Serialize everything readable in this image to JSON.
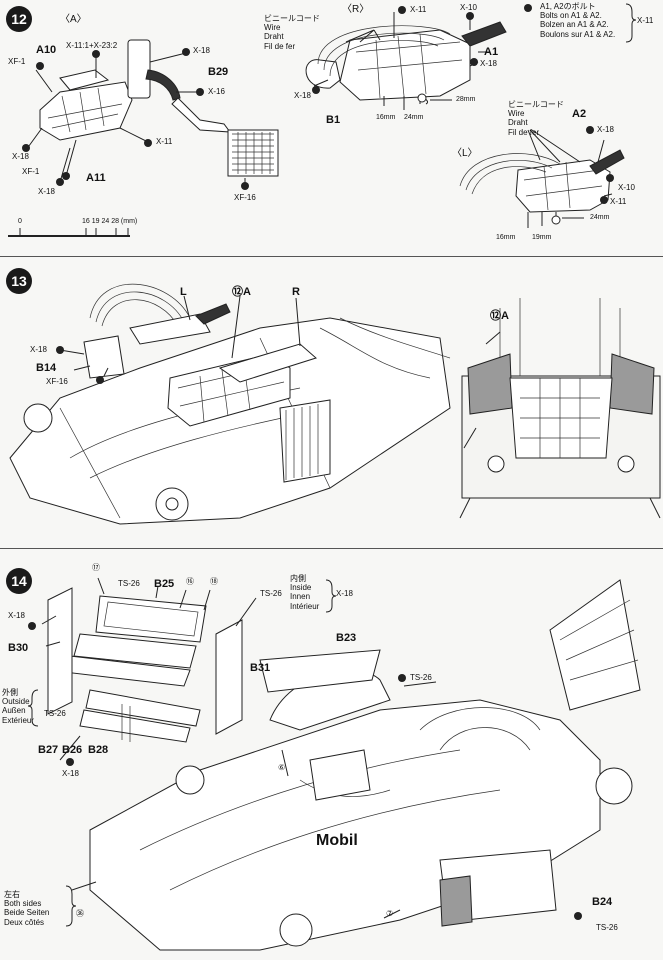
{
  "step12": {
    "number": "12",
    "sub_a": "〈A〉",
    "sub_r": "〈R〉",
    "sub_l": "〈L〉",
    "labels": {
      "a10": "A10",
      "xf1a": "XF-1",
      "x11_x23": "X-11:1+X-23:2",
      "x18a": "X-18",
      "b29": "B29",
      "x16a": "X-16",
      "x18b": "X-18",
      "x11a": "X-11",
      "xf1b": "XF-1",
      "x18c": "X-18",
      "a11": "A11",
      "xf16a": "XF-16",
      "x11b": "X-11",
      "x10a": "X-10",
      "a1": "A1",
      "x18d": "X-18",
      "x18e": "X-18",
      "b1": "B1",
      "mm16a": "16mm",
      "mm24a": "24mm",
      "mm28": "28mm",
      "a2": "A2",
      "x18f": "X-18",
      "x10b": "X-10",
      "x11c": "X-11",
      "mm24b": "24mm",
      "mm16b": "16mm",
      "mm19": "19mm"
    },
    "wire_r": [
      "ビニールコード",
      "Wire",
      "Draht",
      "Fil de fer"
    ],
    "wire_l": [
      "ビニールコード",
      "Wire",
      "Draht",
      "Fil de fer"
    ],
    "bolts_note": [
      "A1, A2のボルト",
      "Bolts on A1 & A2.",
      "Bolzen an A1 & A2.",
      "Boulons sur A1 & A2."
    ],
    "bolts_note_part": "X-11",
    "ruler": {
      "zero": "0",
      "ticks": "16  19  24  28 (mm)"
    }
  },
  "step13": {
    "number": "13",
    "labels": {
      "l": "L",
      "a12": "⑫A",
      "r": "R",
      "x18": "X-18",
      "b14": "B14",
      "xf16": "XF-16",
      "a12b": "⑫A"
    }
  },
  "step14": {
    "number": "14",
    "labels": {
      "c17": "⑰",
      "ts26a": "TS-26",
      "b25": "B25",
      "c16": "⑯",
      "c18": "⑱",
      "ts26b": "TS-26",
      "x18top": "X-18",
      "x18a": "X-18",
      "b30": "B30",
      "b31": "B31",
      "ts26c": "TS-26",
      "b27": "B27",
      "b26": "B26",
      "b28": "B28",
      "x18b": "X-18",
      "b23": "B23",
      "ts26d": "TS-26",
      "c6": "⑥",
      "mobil": "Mobil",
      "c7": "⑦",
      "b24": "B24",
      "ts26e": "TS-26",
      "c36": "㊱"
    },
    "inside": [
      "内側",
      "Inside",
      "Innen",
      "Intérieur"
    ],
    "outside": [
      "外側",
      "Outside",
      "Außen",
      "Extérieur"
    ],
    "both": [
      "左右",
      "Both sides",
      "Beide Seiten",
      "Deux côtés"
    ]
  }
}
